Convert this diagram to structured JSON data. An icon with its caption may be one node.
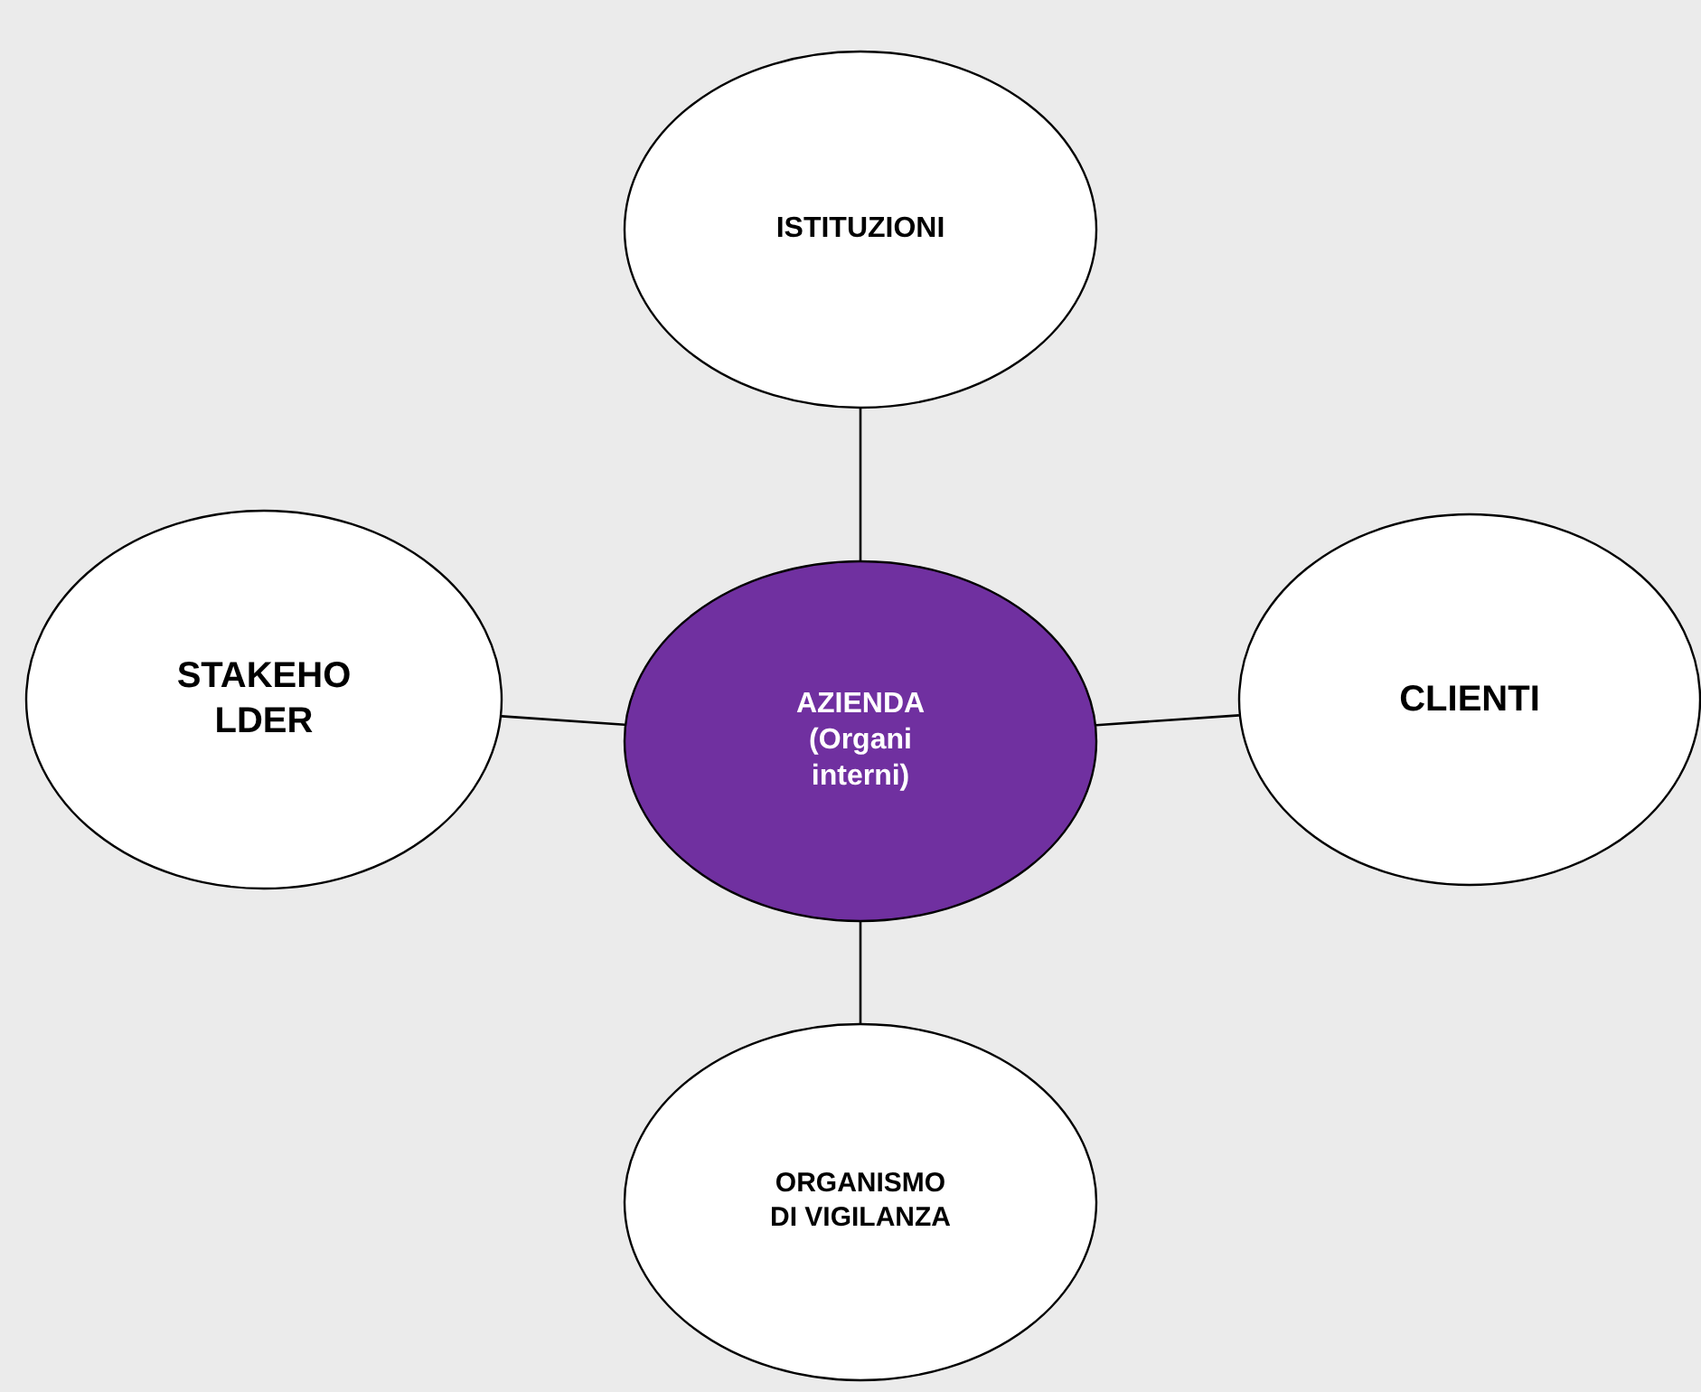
{
  "diagram": {
    "nodes": [
      {
        "text": [
          "ISTITUZIONI"
        ]
      },
      {
        "text": [
          "STAKEHOLDER"
        ]
      },
      {
        "text": [
          "AZIENDA (Organi interni)"
        ]
      },
      {
        "text": [
          "CLIENTI"
        ]
      },
      {
        "text": [
          "ORGANISMO DI VIGILANZA"
        ]
      }
    ],
    "edges": [
      {
        "from": 2,
        "to": 0,
        "arrow": "none"
      },
      {
        "from": 2,
        "to": 1,
        "arrow": "none"
      },
      {
        "from": 2,
        "to": 3,
        "arrow": "none"
      },
      {
        "from": 2,
        "to": 4,
        "arrow": "none"
      }
    ]
  }
}
